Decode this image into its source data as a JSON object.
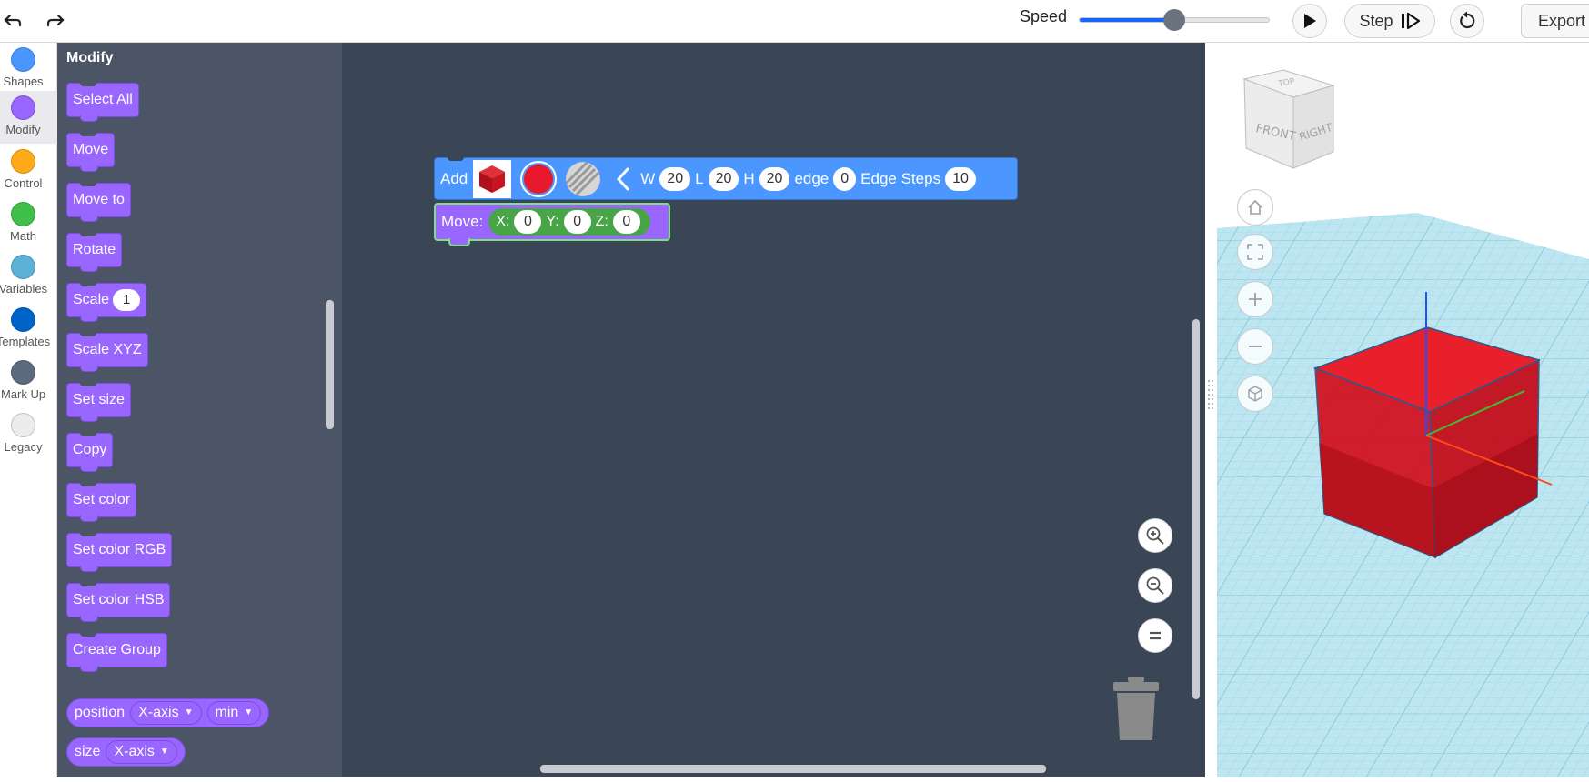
{
  "toolbar": {
    "undo_icon": "undo-icon",
    "redo_icon": "redo-icon",
    "speed_label": "Speed",
    "speed_value": 0.5,
    "play_icon": "play-icon",
    "step_label": "Step",
    "step_icon": "step-icon",
    "reset_icon": "reset-icon",
    "export_label": "Export"
  },
  "categories": [
    {
      "label": "Shapes",
      "color": "#4c97ff"
    },
    {
      "label": "Modify",
      "color": "#9966ff",
      "active": true
    },
    {
      "label": "Control",
      "color": "#ffab19"
    },
    {
      "label": "Math",
      "color": "#40bf4a"
    },
    {
      "label": "Variables",
      "color": "#5cb1d6"
    },
    {
      "label": "Templates",
      "color": "#0063c8"
    },
    {
      "label": "Mark Up",
      "color": "#5b6b7d"
    },
    {
      "label": "Legacy",
      "color": "#ececec"
    }
  ],
  "flyout": {
    "title": "Modify",
    "blocks": [
      {
        "label": "Select All"
      },
      {
        "label": "Move"
      },
      {
        "label": "Move to"
      },
      {
        "label": "Rotate"
      },
      {
        "label": "Scale",
        "value": "1"
      },
      {
        "label": "Scale XYZ"
      },
      {
        "label": "Set size"
      },
      {
        "label": "Copy"
      },
      {
        "label": "Set color"
      },
      {
        "label": "Set color RGB"
      },
      {
        "label": "Set color HSB"
      },
      {
        "label": "Create Group"
      }
    ],
    "position_block": {
      "label": "position",
      "axis": "X-axis",
      "mode": "min"
    },
    "size_block": {
      "label": "size",
      "axis": "X-axis"
    }
  },
  "workspace": {
    "add_block": {
      "label": "Add",
      "shape_icon": "red-cube-icon",
      "color_swatch": "#e8192c",
      "texture_icon": "striped-texture-icon",
      "collapse_icon": "chevron-left-icon",
      "w_label": "W",
      "w_value": "20",
      "l_label": "L",
      "l_value": "20",
      "h_label": "H",
      "h_value": "20",
      "edge_label": "edge",
      "edge_value": "0",
      "edge_steps_label": "Edge Steps",
      "edge_steps_value": "10"
    },
    "move_block": {
      "label": "Move:",
      "x_label": "X:",
      "x_value": "0",
      "y_label": "Y:",
      "y_value": "0",
      "z_label": "Z:",
      "z_value": "0"
    },
    "zoom_in_icon": "zoom-in-icon",
    "zoom_out_icon": "zoom-out-icon",
    "zoom_reset_icon": "zoom-reset-icon",
    "trash_icon": "trash-icon"
  },
  "viewport": {
    "view_cube": {
      "front": "FRONT",
      "right": "RIGHT",
      "top": "TOP"
    },
    "home_icon": "home-icon",
    "fit_icon": "fit-view-icon",
    "zoom_in_icon": "plus-icon",
    "zoom_out_icon": "minus-icon",
    "ortho_icon": "view-cube-icon",
    "object_color": "#e0101c",
    "grid_color": "#a9dcec"
  }
}
